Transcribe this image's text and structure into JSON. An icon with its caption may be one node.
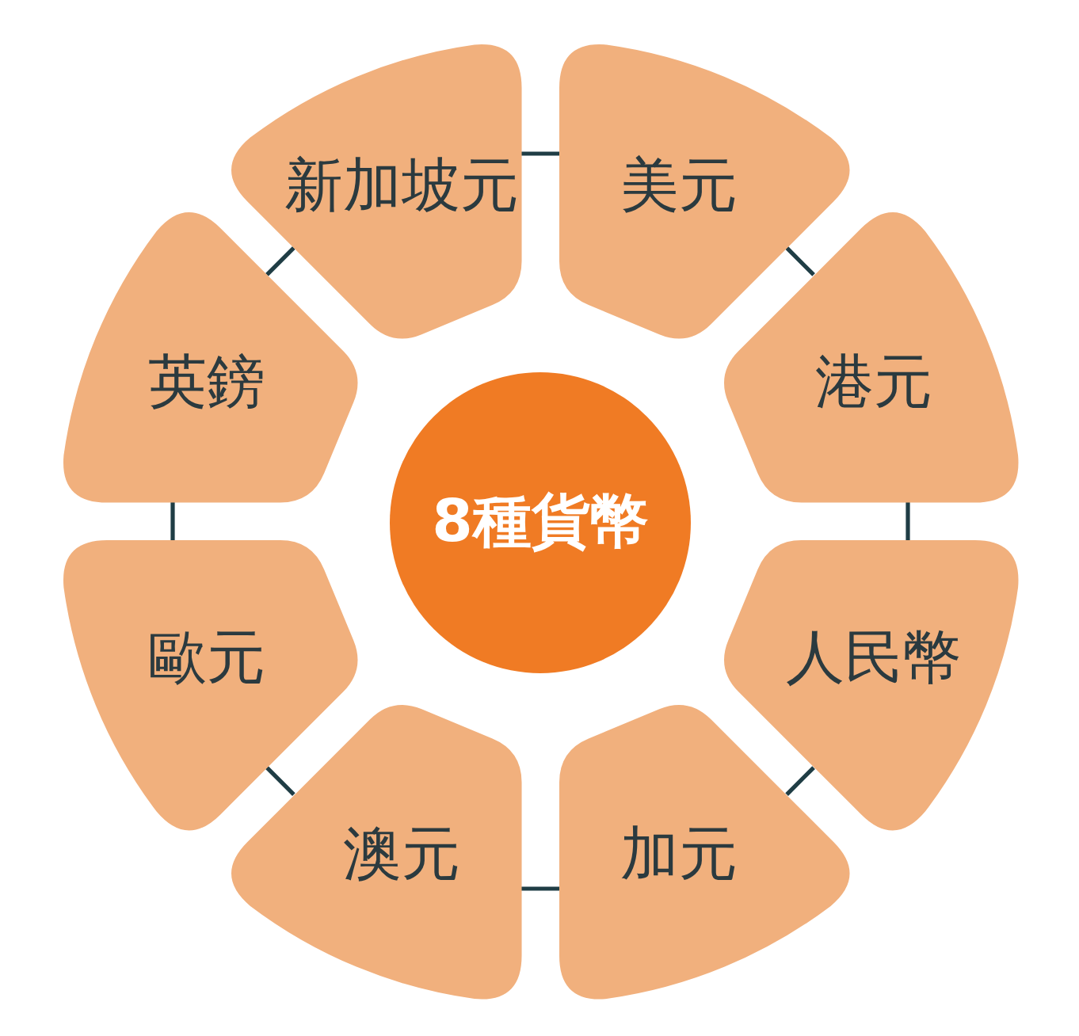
{
  "diagram": {
    "nodes": [
      {
        "text": [
          "8種貨幣"
        ]
      },
      {
        "text": [
          "美元"
        ]
      },
      {
        "text": [
          "港元"
        ]
      },
      {
        "text": [
          "人民幣"
        ]
      },
      {
        "text": [
          "加元"
        ]
      },
      {
        "text": [
          "澳元"
        ]
      },
      {
        "text": [
          "歐元"
        ]
      },
      {
        "text": [
          "英鎊"
        ]
      },
      {
        "text": [
          "新加坡元"
        ]
      }
    ],
    "edges": [
      {
        "from": 1,
        "to": 2,
        "arrow": "none"
      },
      {
        "from": 2,
        "to": 3,
        "arrow": "none"
      },
      {
        "from": 3,
        "to": 4,
        "arrow": "none"
      },
      {
        "from": 4,
        "to": 5,
        "arrow": "none"
      },
      {
        "from": 5,
        "to": 6,
        "arrow": "none"
      },
      {
        "from": 6,
        "to": 7,
        "arrow": "none"
      },
      {
        "from": 7,
        "to": 8,
        "arrow": "none"
      },
      {
        "from": 8,
        "to": 1,
        "arrow": "none"
      }
    ]
  }
}
